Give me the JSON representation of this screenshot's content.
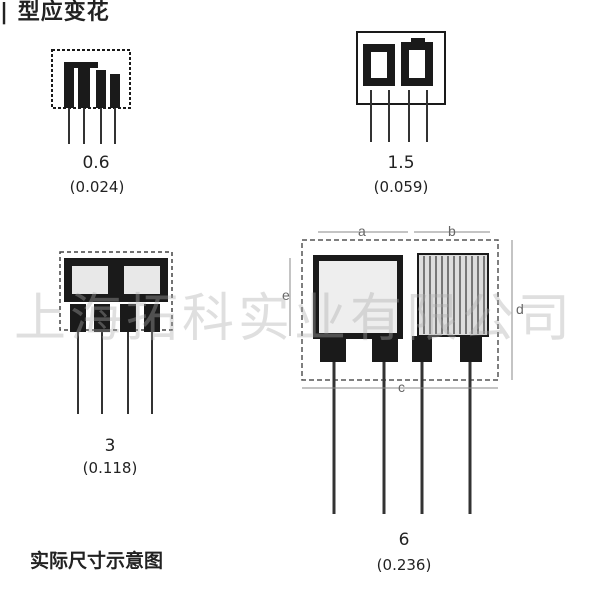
{
  "title": "| 型应变花",
  "gauges": [
    {
      "size": "0.6",
      "inch": "(0.024)"
    },
    {
      "size": "1.5",
      "inch": "(0.059)"
    },
    {
      "size": "3",
      "inch": "(0.118)"
    },
    {
      "size": "6",
      "inch": "(0.236)"
    }
  ],
  "dimensions": {
    "a": "a",
    "b": "b",
    "c": "c",
    "d": "d",
    "e": "e"
  },
  "caption": "实际尺寸示意图",
  "watermark": "上海拓科实业有限公司",
  "colors": {
    "ink": "#1a1a1a",
    "grid": "#555555",
    "dim": "#888888"
  }
}
